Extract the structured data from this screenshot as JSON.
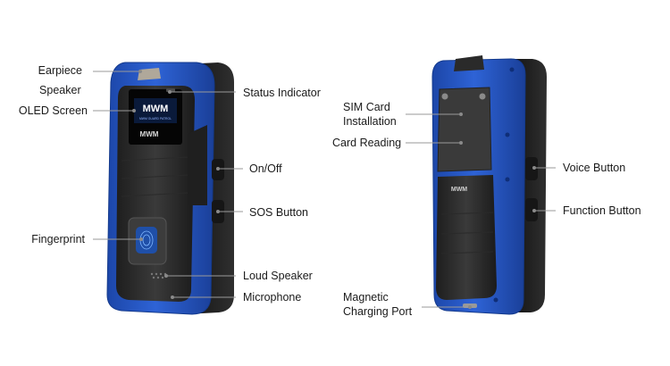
{
  "labels": {
    "earpiece_speaker": [
      "Earpiece",
      "Speaker"
    ],
    "oled_screen": "OLED Screen",
    "fingerprint": "Fingerprint",
    "status_indicator": "Status Indicator",
    "on_off": "On/Off",
    "sos_button": "SOS Button",
    "loud_speaker": "Loud Speaker",
    "microphone": "Microphone",
    "sim_card_installation": [
      "SIM Card",
      "Installation"
    ],
    "card_reading": "Card Reading",
    "magnetic_charging_port": [
      "Magnetic",
      "Charging Port"
    ],
    "voice_button": "Voice Button",
    "function_button": "Function Button"
  },
  "device_front": {
    "screen_logo": "MWM",
    "screen_subtext": "MWM GUARD PATROL",
    "body_logo": "MWM"
  },
  "device_back": {
    "body_logo": "MWM"
  },
  "colors": {
    "body_blue": "#2457c9",
    "rubber_black": "#2b2b2b",
    "leader_line": "#9a9a9a",
    "dot": "#8a8a8a"
  }
}
